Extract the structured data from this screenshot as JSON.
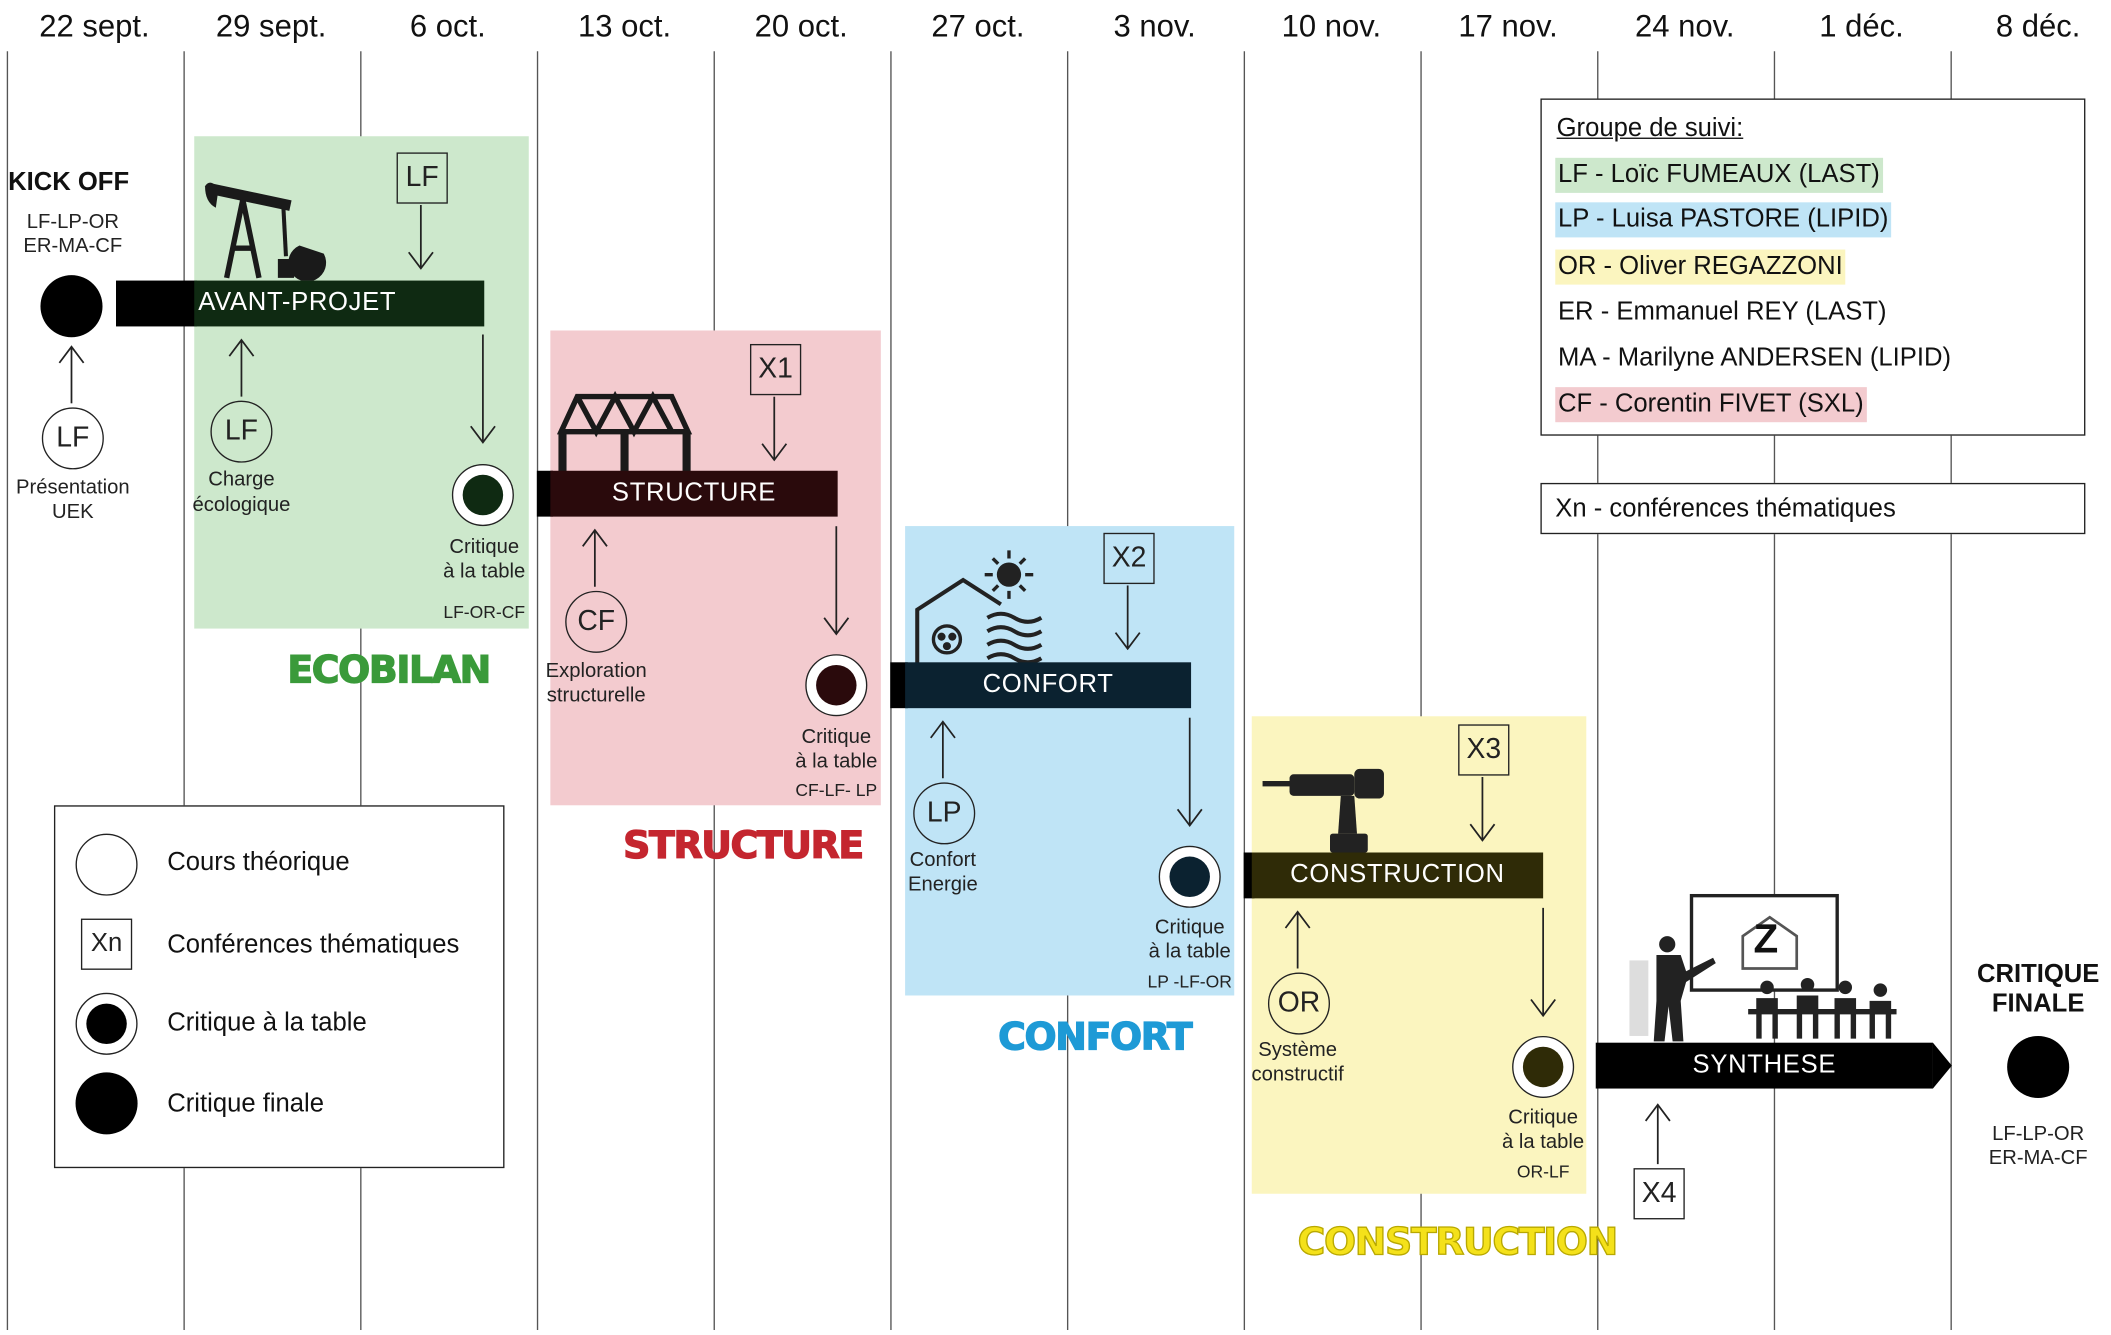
{
  "dates": [
    "22 sept.",
    "29 sept.",
    "6 oct.",
    "13 oct.",
    "20 oct.",
    "27 oct.",
    "3 nov.",
    "10 nov.",
    "17 nov.",
    "24 nov.",
    "1 déc.",
    "8 déc."
  ],
  "kickoff": {
    "title": "KICK OFF",
    "people_1": "LF-LP-OR",
    "people_2": "ER-MA-CF"
  },
  "intro": {
    "badge": "LF",
    "label_1": "Présentation",
    "label_2": "UEK"
  },
  "phases": [
    {
      "bar": "AVANT-PROJET",
      "course_badge": "LF",
      "course_label_1": "Charge",
      "course_label_2": "écologique",
      "conf_badge": "LF",
      "crit_label_1": "Critique",
      "crit_label_2": "à la table",
      "crit_people": "LF-OR-CF",
      "title": "ECOBILAN"
    },
    {
      "bar": "STRUCTURE",
      "course_badge": "CF",
      "course_label_1": "Exploration",
      "course_label_2": "structurelle",
      "conf_badge": "X1",
      "crit_label_1": "Critique",
      "crit_label_2": "à la table",
      "crit_people": "CF-LF- LP",
      "title": "STRUCTURE"
    },
    {
      "bar": "CONFORT",
      "course_badge": "LP",
      "course_label_1": "Confort",
      "course_label_2": "Energie",
      "conf_badge": "X2",
      "crit_label_1": "Critique",
      "crit_label_2": "à la table",
      "crit_people": "LP -LF-OR",
      "title": "CONFORT"
    },
    {
      "bar": "CONSTRUCTION",
      "course_badge": "OR",
      "course_label_1": "Système",
      "course_label_2": "constructif",
      "conf_badge": "X3",
      "crit_label_1": "Critique",
      "crit_label_2": "à la table",
      "crit_people": "OR-LF",
      "title": "CONSTRUCTION"
    }
  ],
  "synthese": {
    "bar": "SYNTHESE",
    "conf_badge": "X4",
    "screen_letter": "Z"
  },
  "final": {
    "title_1": "CRITIQUE",
    "title_2": "FINALE",
    "people_1": "LF-LP-OR",
    "people_2": "ER-MA-CF"
  },
  "groupe": {
    "title": "Groupe de suivi:",
    "members": [
      {
        "text": "LF - Loïc FUMEAUX (LAST)",
        "color": "#cde8cc"
      },
      {
        "text": "LP - Luisa PASTORE (LIPID)",
        "color": "#bfe4f6"
      },
      {
        "text": "OR - Oliver REGAZZONI",
        "color": "#fbf5bf"
      },
      {
        "text": "ER - Emmanuel REY (LAST)",
        "color": ""
      },
      {
        "text": "MA - Marilyne ANDERSEN (LIPID)",
        "color": ""
      },
      {
        "text": "CF - Corentin FIVET (SXL)",
        "color": "#f3cbcf"
      }
    ]
  },
  "xn_note": "Xn - conférences thématiques",
  "legend": {
    "course": "Cours théorique",
    "xn_badge": "Xn",
    "conf": "Conférences thématiques",
    "crit_table": "Critique à la table",
    "crit_final": "Critique finale"
  },
  "colors": {
    "ecobilan_zone": "#cde8cc",
    "ecobilan_title": "#3a9a3a",
    "ecobilan_bar": "#0f2a12",
    "structure_zone": "#f3cbcf",
    "structure_title": "#c4262f",
    "structure_bar": "#2a0a0c",
    "confort_zone": "#bfe4f6",
    "confort_title": "#1e9ad6",
    "confort_bar": "#0b2230",
    "construction_zone": "#fbf5bf",
    "construction_title": "#f4e11a",
    "construction_bar": "#2f2b07",
    "synthese_bar": "#000000"
  }
}
